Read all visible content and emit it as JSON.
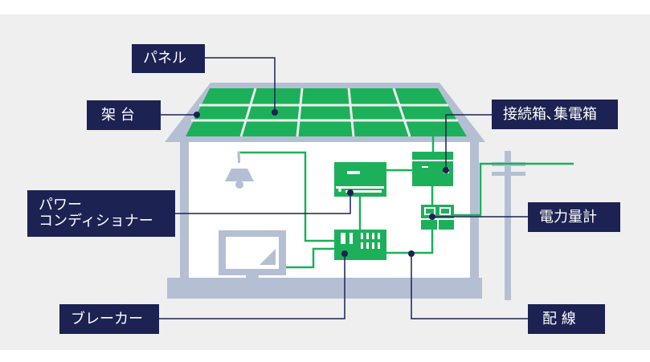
{
  "labels": {
    "panel": "パネル",
    "mount": "架 台",
    "junction": "接続箱､集電箱",
    "pcs_line1": "パワー",
    "pcs_line2": "コンディショナー",
    "meter": "電力量計",
    "breaker": "ブレーカー",
    "wiring": "配 線"
  },
  "colors": {
    "background": "#efefef",
    "house": "#b5bfd4",
    "green": "#1db05a",
    "navy": "#1c2252"
  }
}
